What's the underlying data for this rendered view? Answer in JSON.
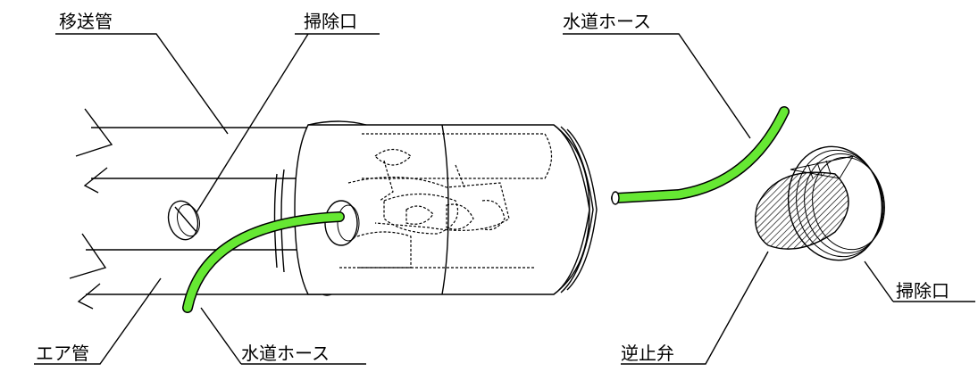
{
  "labels": {
    "transfer_pipe": "移送管",
    "cleaning_port_top": "掃除口",
    "water_hose_top": "水道ホース",
    "water_hose_bottom": "水道ホース",
    "air_pipe": "エア管",
    "check_valve": "逆止弁",
    "cleaning_port_right": "掃除口"
  },
  "colors": {
    "hose": "#66e833",
    "outline": "#000000",
    "background": "#ffffff"
  }
}
